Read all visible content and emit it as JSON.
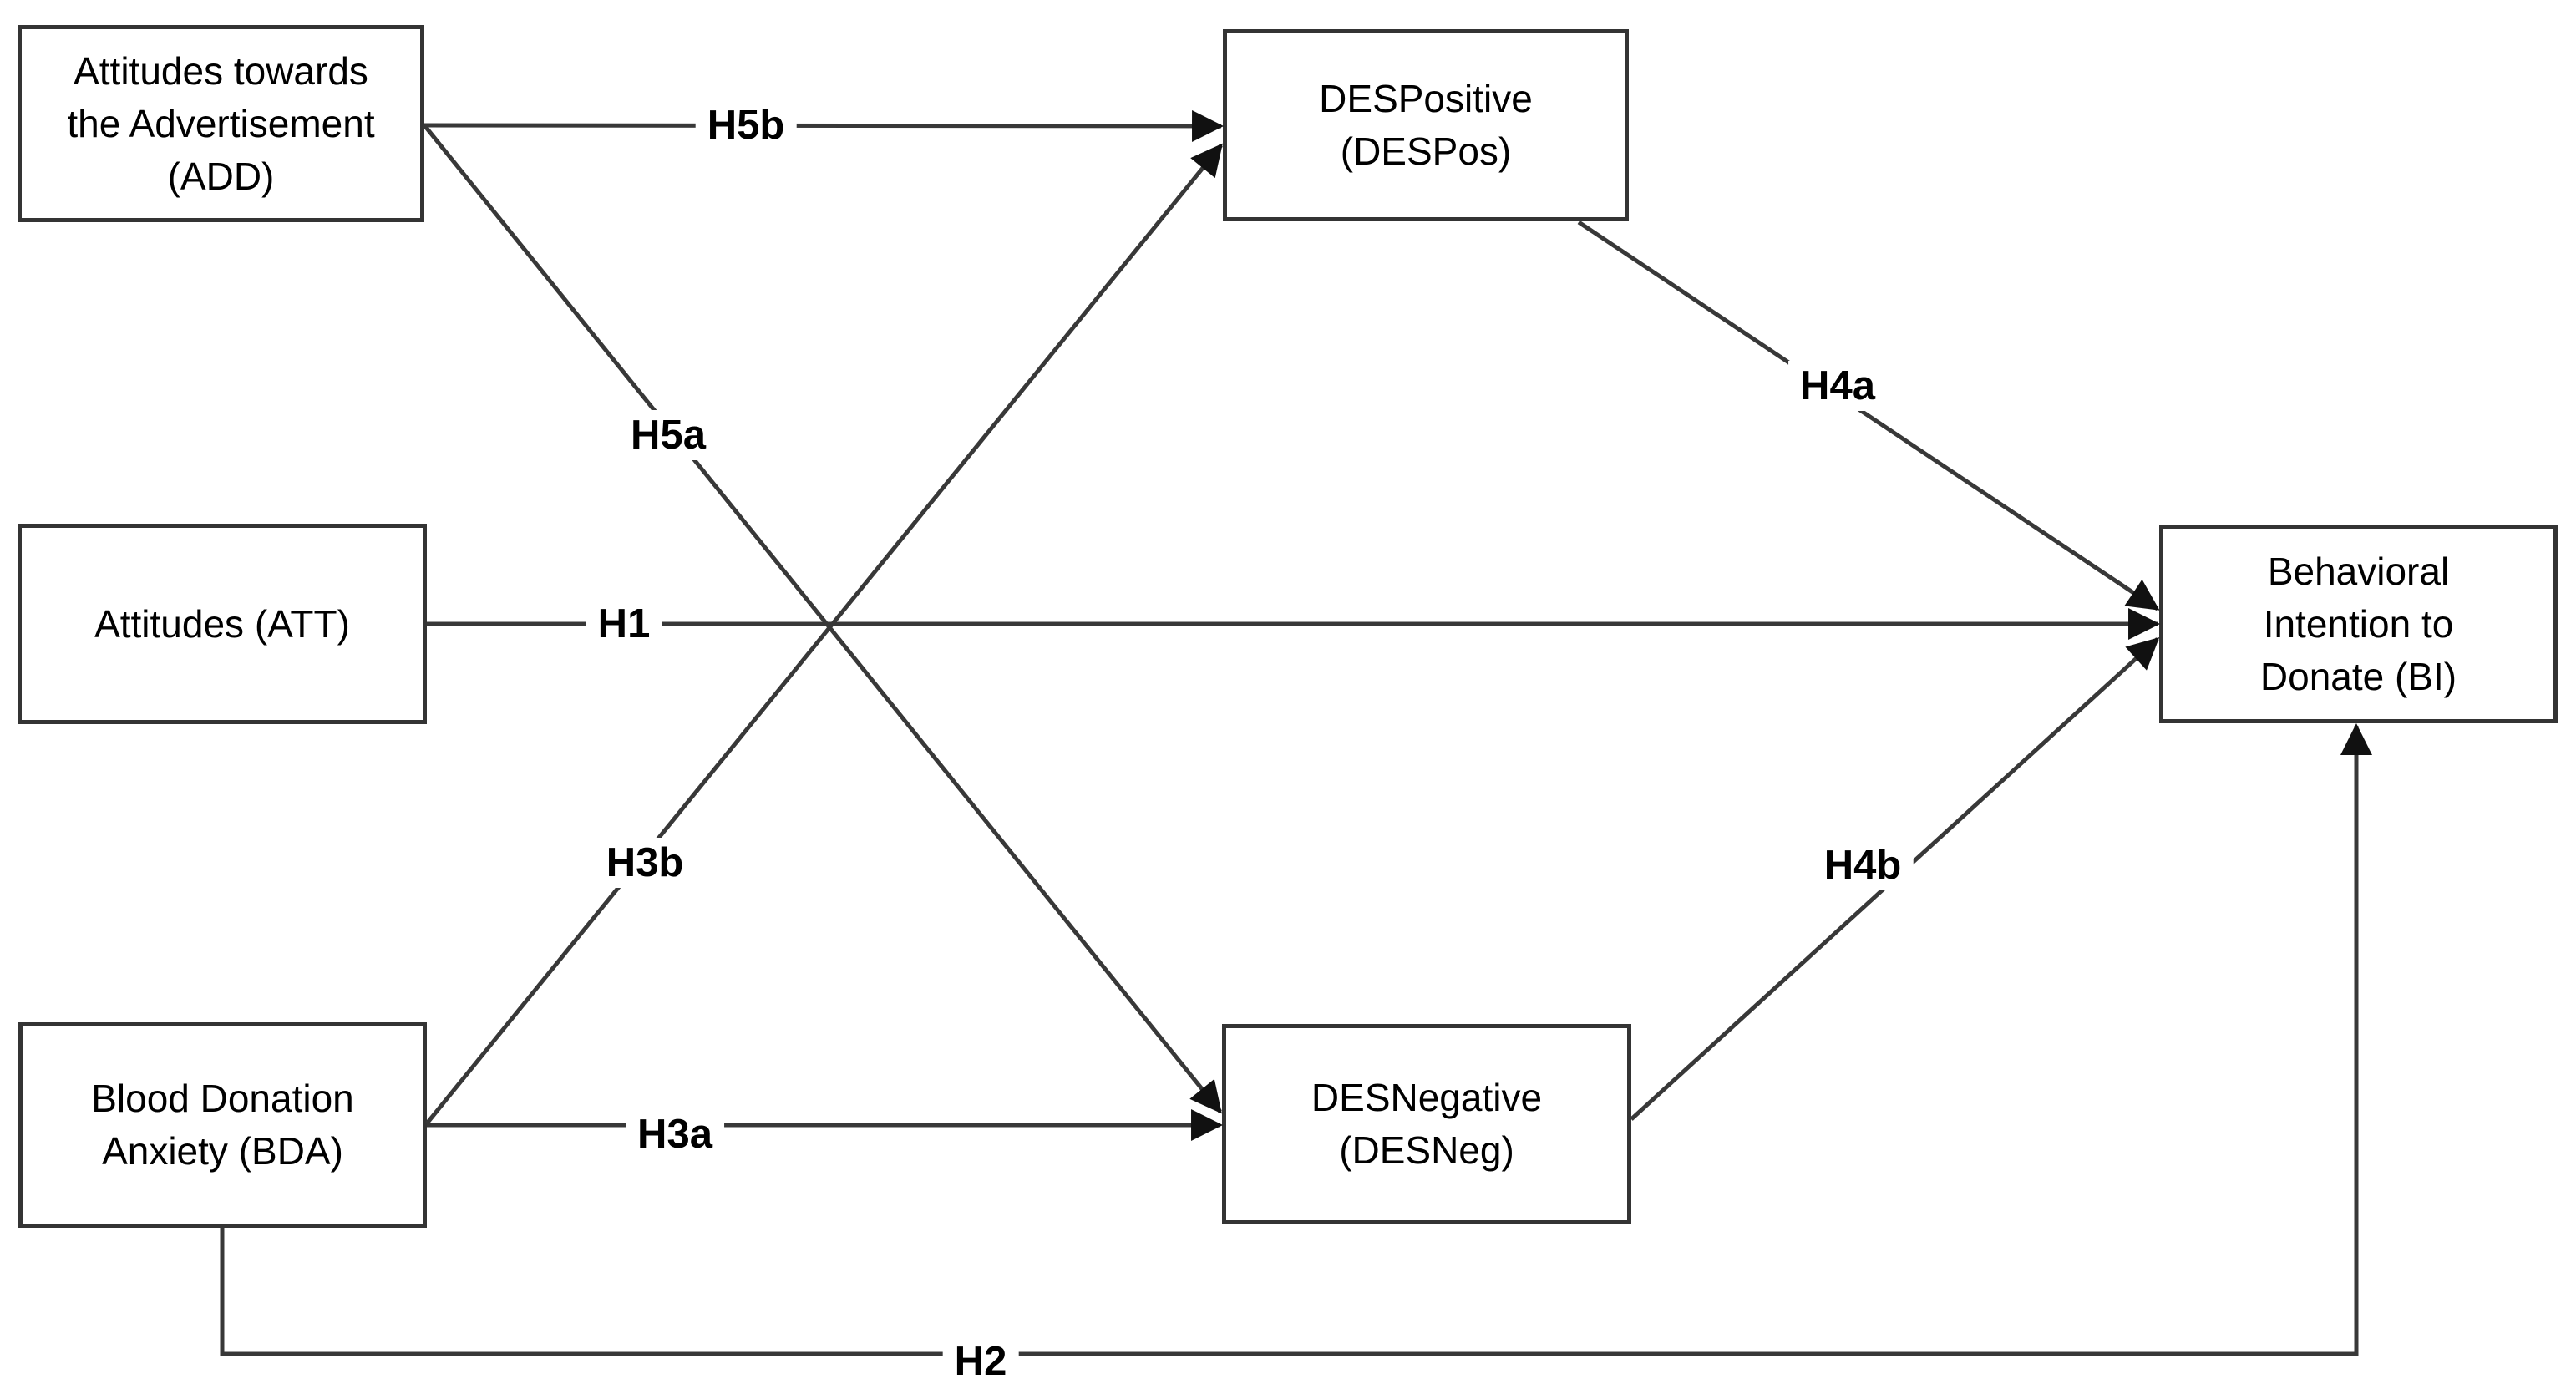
{
  "diagram": {
    "type": "path-model",
    "nodes": {
      "add": {
        "id": "ADD",
        "lines": [
          "Attitudes towards",
          "the Advertisement",
          "(ADD)"
        ]
      },
      "att": {
        "id": "ATT",
        "lines": [
          "Attitudes (ATT)"
        ]
      },
      "bda": {
        "id": "BDA",
        "lines": [
          "Blood Donation",
          "Anxiety (BDA)"
        ]
      },
      "despos": {
        "id": "DESPos",
        "lines": [
          "DESPositive",
          "(DESPos)"
        ]
      },
      "desneg": {
        "id": "DESNeg",
        "lines": [
          "DESNegative",
          "(DESNeg)"
        ]
      },
      "bi": {
        "id": "BI",
        "lines": [
          "Behavioral",
          "Intention to",
          "Donate (BI)"
        ]
      }
    },
    "edges": {
      "h5b": {
        "label": "H5b",
        "from": "ADD",
        "to": "DESPos"
      },
      "h5a": {
        "label": "H5a",
        "from": "ADD",
        "to": "DESNeg"
      },
      "h1": {
        "label": "H1",
        "from": "ATT",
        "to": "BI"
      },
      "h3b": {
        "label": "H3b",
        "from": "BDA",
        "to": "DESPos"
      },
      "h3a": {
        "label": "H3a",
        "from": "BDA",
        "to": "DESNeg"
      },
      "h4a": {
        "label": "H4a",
        "from": "DESPos",
        "to": "BI"
      },
      "h4b": {
        "label": "H4b",
        "from": "DESNeg",
        "to": "BI"
      },
      "h2": {
        "label": "H2",
        "from": "BDA",
        "to": "BI"
      }
    },
    "colors": {
      "line": "#383838",
      "arrowhead": "#111111",
      "box_border": "#343434",
      "box_fill": "#ffffff",
      "text": "#000000",
      "background": "#ffffff"
    }
  }
}
